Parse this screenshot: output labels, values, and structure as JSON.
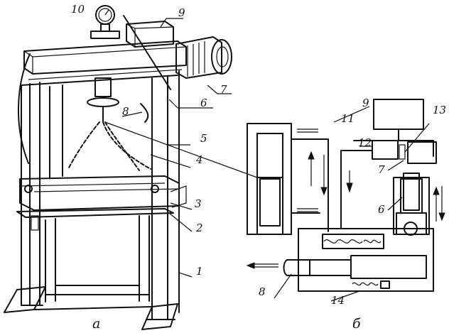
{
  "figure_a": {
    "caption": "а",
    "labels": [
      "10",
      "9",
      "7",
      "6",
      "8",
      "5",
      "4",
      "3",
      "2",
      "1"
    ]
  },
  "figure_b": {
    "caption": "б",
    "labels": [
      "9",
      "11",
      "12",
      "13",
      "7",
      "6",
      "8",
      "14"
    ]
  },
  "colors": {
    "ink": "#111111",
    "paper": "#ffffff"
  }
}
